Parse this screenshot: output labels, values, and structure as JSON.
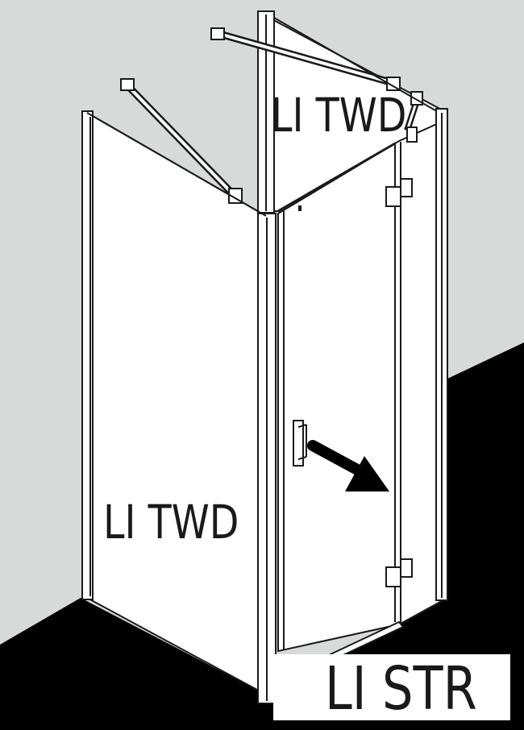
{
  "labels": {
    "back_panel": "LI TWD",
    "side_panel": "LI TWD",
    "door": "LI STR"
  },
  "colors": {
    "wall": "#d8d9d9",
    "floor": "#000000",
    "line": "#1a1a1a",
    "glass": "#ffffff"
  }
}
